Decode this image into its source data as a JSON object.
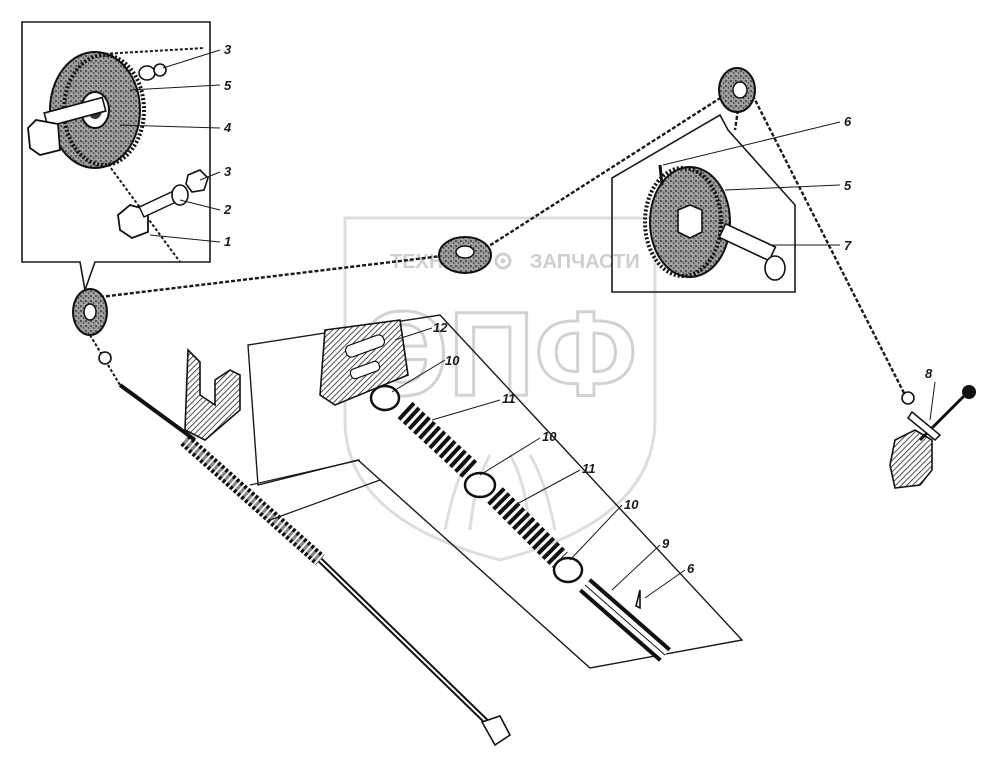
{
  "watermark": {
    "left_word": "ТЕХНО",
    "right_word": "ЗАПЧАСТИ",
    "big_letters": "ЭПФ",
    "gear_icon": "gear-icon"
  },
  "callouts": {
    "c3a": "3",
    "c5a": "5",
    "c4": "4",
    "c3b": "3",
    "c2": "2",
    "c1": "1",
    "c6a": "6",
    "c5b": "5",
    "c7": "7",
    "c8": "8",
    "c12": "12",
    "c10a": "10",
    "c11a": "11",
    "c10b": "10",
    "c11b": "11",
    "c10c": "10",
    "c9": "9",
    "c6b": "6"
  },
  "colors": {
    "ink": "#1a1a1a",
    "watermark": "#d0d0d0",
    "paper": "#ffffff"
  }
}
